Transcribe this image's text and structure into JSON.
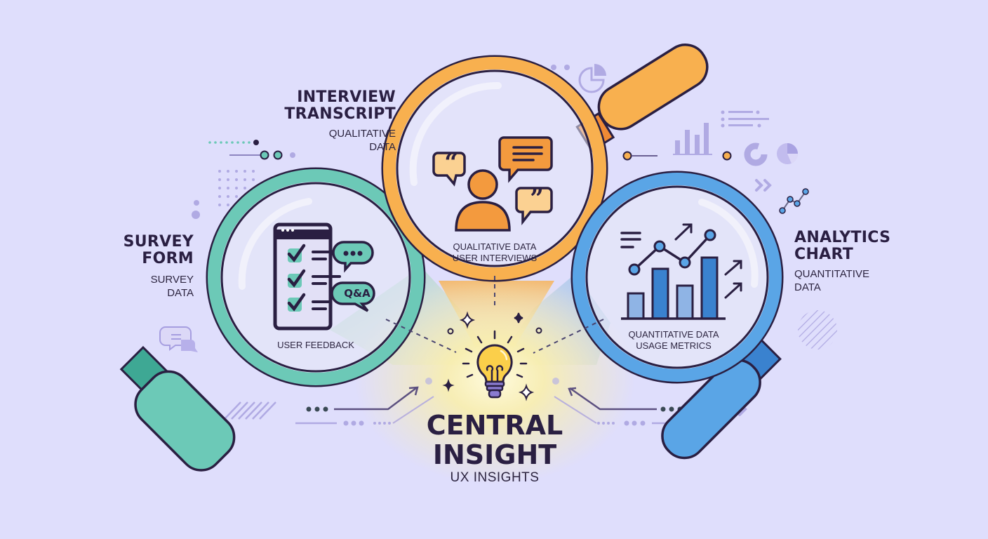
{
  "colors": {
    "background": "#dfdefc",
    "outline": "#2a1f42",
    "teal": "#6cc9b7",
    "teal_dark": "#3ea894",
    "orange": "#f8b04f",
    "orange_dark": "#ef8a35",
    "blue": "#5aa5e6",
    "blue_dark": "#3a82cf",
    "lavender_deco": "#b0aae3",
    "bulb_yellow": "#fbcf4a"
  },
  "survey": {
    "title_line1": "SURVEY",
    "title_line2": "FORM",
    "sub_line1": "SURVEY",
    "sub_line2": "DATA",
    "inner_label": "USER FEEDBACK",
    "bubble_top_icon": "ellipsis",
    "bubble_bottom_text": "Q&A",
    "icon": "checklist-form"
  },
  "interview": {
    "title_line1": "INTERVIEW",
    "title_line2": "TRANSCRIPT",
    "sub_line1": "QUALITATIVE",
    "sub_line2": "DATA",
    "inner_line1": "QUALITATIVE DATA",
    "inner_line2": "USER INTERVIEWS",
    "icon": "person-with-speech-bubbles",
    "open_quote": "“",
    "close_quote": "”"
  },
  "analytics": {
    "title_line1": "ANALYTICS",
    "title_line2": "CHART",
    "sub_line1": "QUANTITATIVE",
    "sub_line2": "DATA",
    "inner_line1": "QUANTITATIVE DATA",
    "inner_line2": "USAGE METRICS",
    "icon": "bar-and-line-chart"
  },
  "center": {
    "title_line1": "CENTRAL",
    "title_line2": "INSIGHT",
    "subtitle": "UX INSIGHTS",
    "icon": "lightbulb"
  }
}
